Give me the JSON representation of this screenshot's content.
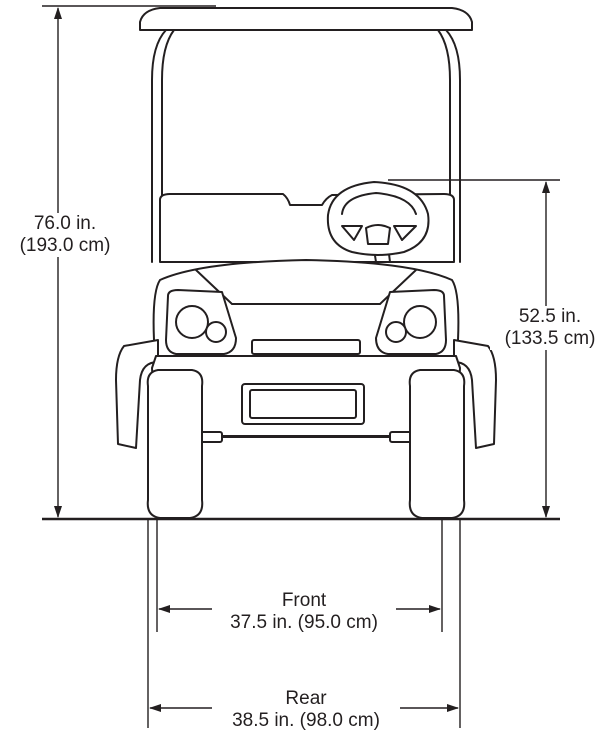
{
  "dimensions": {
    "height": {
      "inches": "76.0 in.",
      "cm": "(193.0 cm)"
    },
    "seat_height": {
      "inches": "52.5 in.",
      "cm": "(133.5 cm)"
    },
    "front_track": {
      "name": "Front",
      "value": "37.5 in. (95.0 cm)"
    },
    "rear_track": {
      "name": "Rear",
      "value": "38.5 in. (98.0 cm)"
    }
  },
  "colors": {
    "line": "#231f20",
    "background": "#ffffff"
  }
}
